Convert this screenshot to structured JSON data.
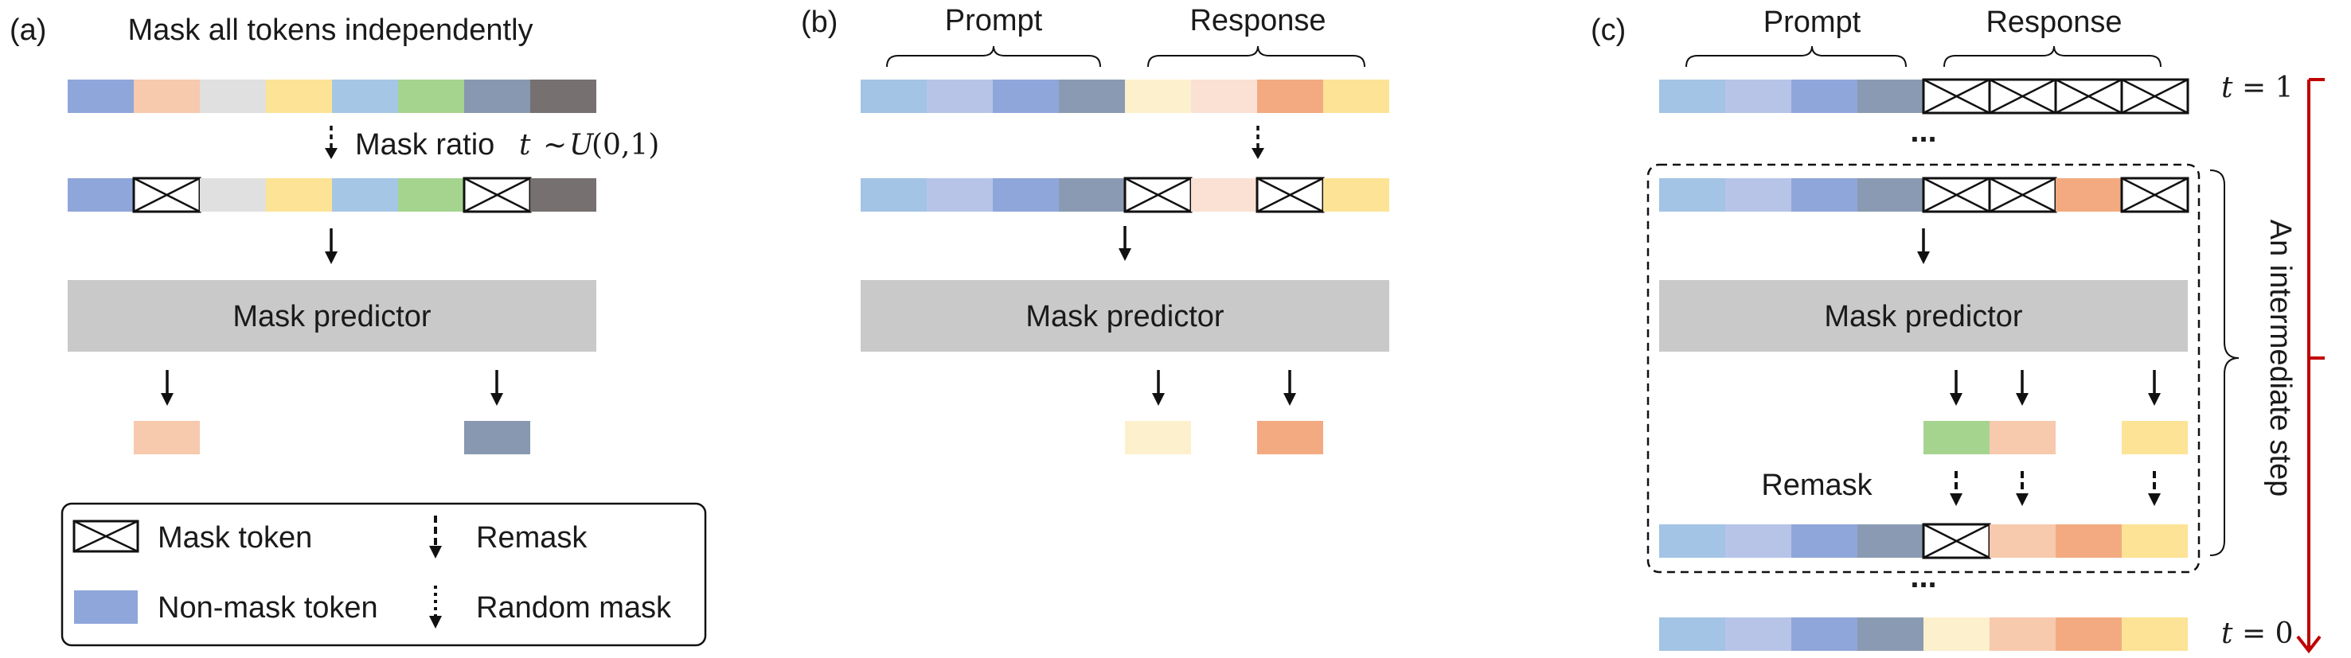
{
  "colors": {
    "blue1": "#a3c4e4",
    "blue2": "#b7c4e8",
    "blue3": "#8fa6da",
    "blue4": "#8a9ab2",
    "peach": "#f7c9ad",
    "lightgray": "#e0e0e0",
    "yellow": "#fde396",
    "skyblue": "#a6c6e6",
    "green": "#a5d48f",
    "slate": "#8898b0",
    "darkgray": "#767070",
    "cream": "#fdf0cc",
    "lightpeach": "#fae1d4",
    "orange": "#f3aa80",
    "predictor": "#c9c9c9",
    "timeline": "#c00000"
  },
  "panel_a": {
    "label": "(a)",
    "title": "Mask all tokens independently",
    "mask_ratio_text": "Mask ratio",
    "mask_ratio_t": "t",
    "mask_ratio_dist": "~",
    "mask_ratio_U": "U",
    "mask_ratio_args": "(0,1)",
    "predictor_label": "Mask predictor"
  },
  "panel_b": {
    "label": "(b)",
    "prompt_label": "Prompt",
    "response_label": "Response",
    "predictor_label": "Mask predictor"
  },
  "panel_c": {
    "label": "(c)",
    "prompt_label": "Prompt",
    "response_label": "Response",
    "t1_var": "t",
    "t1_eq": "= 1",
    "t0_var": "t",
    "t0_eq": "= 0",
    "ellipsis_top": "...",
    "ellipsis_bottom": "...",
    "predictor_label": "Mask predictor",
    "remask_label": "Remask",
    "intermediate_label": "An intermediate step"
  },
  "legend": {
    "mask_token": "Mask token",
    "non_mask_token": "Non-mask token",
    "remask": "Remask",
    "random_mask": "Random mask"
  }
}
